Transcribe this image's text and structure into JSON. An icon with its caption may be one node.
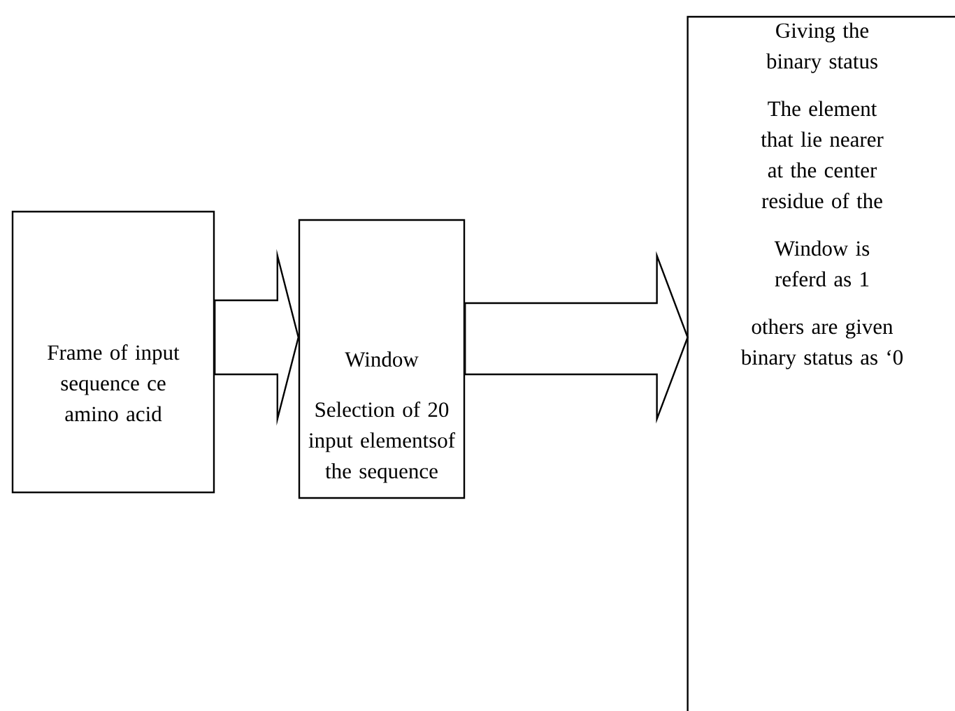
{
  "diagram": {
    "nodes": [
      {
        "text": [
          "Frame of input sequence ce amino acid"
        ]
      },
      {
        "text": [
          "Window",
          "Selection of 20 input elementsof the sequence"
        ]
      },
      {
        "text": [
          "Giving the binary status",
          "The element that lie nearer at the center residue of the",
          "Window is referd as 1",
          "others are given binary status as ‘0"
        ]
      }
    ],
    "edges": [
      {
        "from": 0,
        "to": 1,
        "arrow": "to"
      },
      {
        "from": 1,
        "to": 2,
        "arrow": "to"
      }
    ]
  }
}
